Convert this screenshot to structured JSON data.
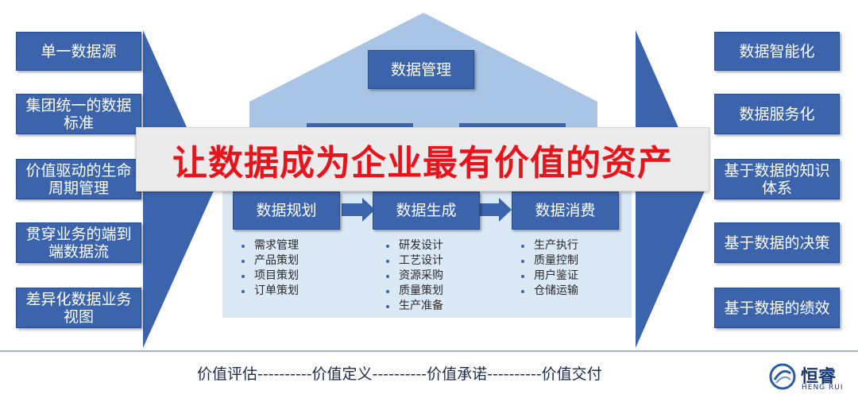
{
  "left_boxes": [
    "单一数据源",
    "集团统一的数据标准",
    "价值驱动的生命周期管理",
    "贯穿业务的端到端数据流",
    "差异化数据业务视图"
  ],
  "right_boxes": [
    "数据智能化",
    "数据服务化",
    "基于数据的知识体系",
    "基于数据的决策",
    "基于数据的绩效"
  ],
  "roof_label": "数据管理",
  "banner": "让数据成为企业最有价值的资产",
  "stages": [
    {
      "title": "数据规划",
      "items": [
        "需求管理",
        "产品策划",
        "项目策划",
        "订单策划"
      ]
    },
    {
      "title": "数据生成",
      "items": [
        "研发设计",
        "工艺设计",
        "资源采购",
        "质量策划",
        "生产准备"
      ]
    },
    {
      "title": "数据消费",
      "items": [
        "生产执行",
        "质量控制",
        "用户鉴证",
        "仓储运输"
      ]
    }
  ],
  "footer": "价值评估----------价值定义----------价值承诺----------价值交付",
  "logo": {
    "cn": "恒睿",
    "en": "HENG RUI"
  },
  "colors": {
    "box": "#3b64ad",
    "house": "#a9c5e6",
    "house_light": "#dbe8f6",
    "banner_text": "#e8141c"
  }
}
